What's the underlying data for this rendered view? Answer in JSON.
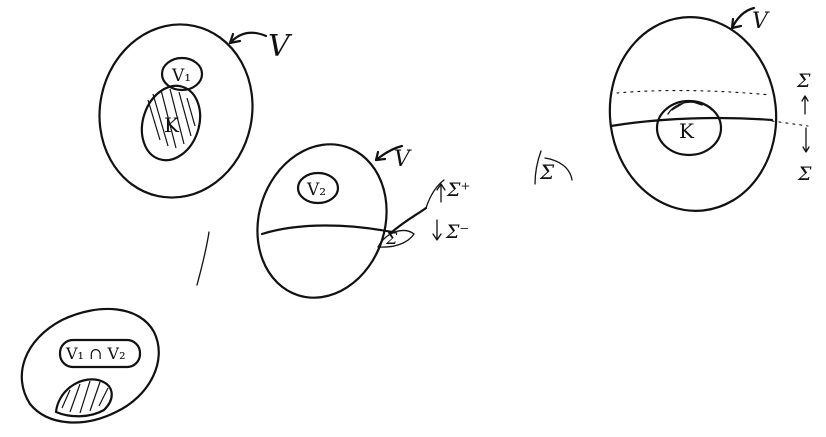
{
  "diagram": {
    "top_left": {
      "outer_label": "V",
      "inner_label": "V₁",
      "core_label": "K"
    },
    "middle": {
      "outer_label": "V",
      "inner_label": "V₂",
      "surface_label": "Σ",
      "plus_label": "Σ⁺",
      "minus_label": "Σ⁻"
    },
    "standalone_label": "Σ",
    "right": {
      "outer_label": "V",
      "core_label": "K",
      "top_label": "Σ",
      "bottom_label": "Σ"
    },
    "bottom_left": {
      "label": "V₁ ∩ V₂"
    }
  }
}
